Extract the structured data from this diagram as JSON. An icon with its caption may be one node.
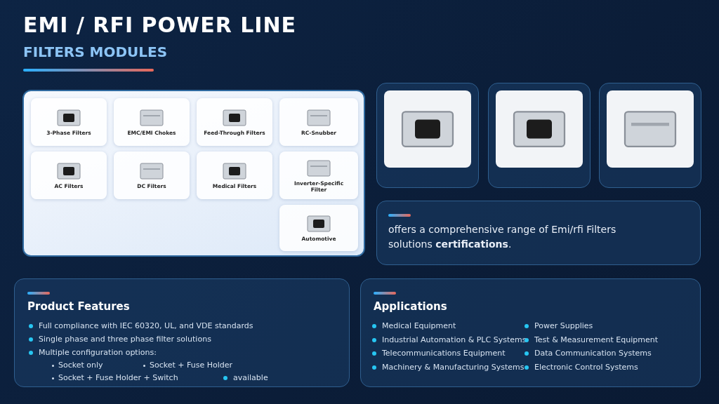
{
  "diagram": {
    "title": "EMI / RFI POWER LINE",
    "nodes": [
      {
        "text": [],
        "shape": "box"
      },
      {
        "text": [
          "3-Phase Filters"
        ],
        "in": 0
      },
      {
        "text": [
          "EMC/EMI Chokes"
        ],
        "in": 0
      },
      {
        "text": [
          "Feed-Through Filters"
        ],
        "in": 0
      },
      {
        "text": [
          "RC-Snubber"
        ],
        "in": 0
      },
      {
        "text": [
          "AC Filters"
        ],
        "in": 0
      },
      {
        "text": [
          "DC Filters"
        ],
        "in": 0
      },
      {
        "text": [
          "Medical Filters"
        ],
        "in": 0
      },
      {
        "text": [
          "Inverter-Specific Filter"
        ],
        "in": 0
      },
      {
        "text": [
          "Automotive"
        ],
        "in": 0
      },
      {
        "text": [],
        "shape": "picture"
      },
      {
        "text": [],
        "shape": "picture"
      },
      {
        "text": [],
        "shape": "picture"
      },
      {
        "text": [
          "offers a comprehensive range of Emi/rfi Filters solutions **certifications**."
        ]
      },
      {
        "text": [
          "Product Features",
          "Full compliance with IEC 60320, UL, and VDE standards",
          "Single phase and three phase filter solutions",
          "Multiple configuration options:",
          "Socket only",
          "Socket + Fuse Holder",
          "Socket + Fuse Holder + Switch",
          "available"
        ]
      },
      {
        "text": [
          "Applications",
          "Medical Equipment",
          "Industrial Automation & PLC Systems",
          "Telecommunications Equipment",
          "Machinery & Manufacturing Systems",
          "Power Supplies",
          "Test & Measurement Equipment",
          "Data Communication Systems",
          "Electronic Control Systems"
        ]
      }
    ],
    "labels": [
      "FILTERS MODULES"
    ]
  }
}
